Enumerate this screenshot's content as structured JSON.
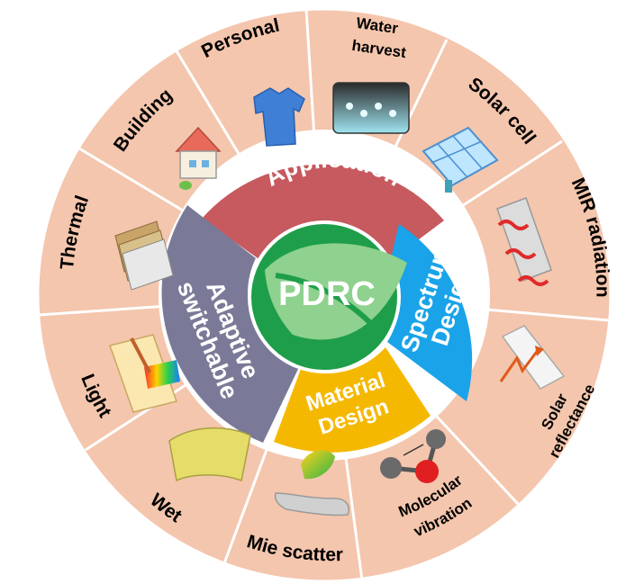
{
  "center": {
    "label": "PDRC"
  },
  "categories": [
    {
      "id": "application",
      "lines": [
        "Application"
      ],
      "color": "#c65a5f"
    },
    {
      "id": "spectrum",
      "lines": [
        "Spectrum",
        "Design"
      ],
      "color": "#1aa3e8"
    },
    {
      "id": "material",
      "lines": [
        "Material",
        "Design"
      ],
      "color": "#f5b800"
    },
    {
      "id": "adaptive",
      "lines": [
        "Adaptive",
        "switchable"
      ],
      "color": "#7a7a98"
    }
  ],
  "outer_labels": {
    "personal": "Personal",
    "water": [
      "Water",
      "harvest"
    ],
    "solar_cell": "Solar cell",
    "mir": "MIR radiation",
    "solar_reflectance": [
      "Solar",
      "reflectance"
    ],
    "molecular": [
      "Molecular",
      "vibration"
    ],
    "mie": "Mie scatter",
    "wet": "Wet",
    "light": "Light",
    "thermal": "Thermal",
    "building": "Building"
  },
  "colors": {
    "outer_ring": "#f4c6ad",
    "outer_ring_stroke": "#ffffff",
    "center_circle": "#1e9e4a",
    "leaf": "#8fd18f"
  }
}
